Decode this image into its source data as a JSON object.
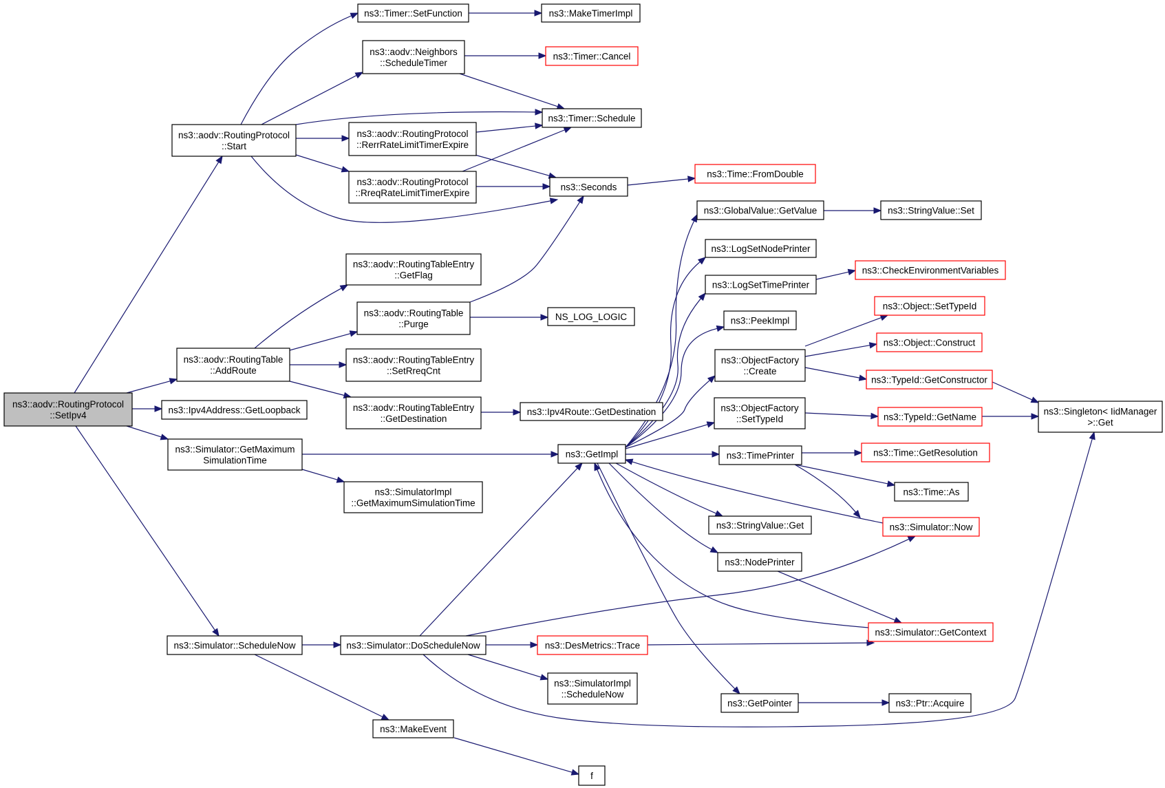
{
  "diagram": {
    "type": "call-graph",
    "colors": {
      "edge": "#191970",
      "root_fill": "#bfbfbf",
      "node_border": "#000000",
      "truncated_border": "#ff0000"
    },
    "nodes": [
      {
        "id": "setipv4",
        "label": [
          "ns3::aodv::RoutingProtocol",
          "::SetIpv4"
        ],
        "kind": "root"
      },
      {
        "id": "start",
        "label": [
          "ns3::aodv::RoutingProtocol",
          "::Start"
        ]
      },
      {
        "id": "addroute",
        "label": [
          "ns3::aodv::RoutingTable",
          "::AddRoute"
        ]
      },
      {
        "id": "getloopback",
        "label": [
          "ns3::Ipv4Address::GetLoopback"
        ]
      },
      {
        "id": "getmaxsim",
        "label": [
          "ns3::Simulator::GetMaximum",
          "SimulationTime"
        ]
      },
      {
        "id": "schedulenow",
        "label": [
          "ns3::Simulator::ScheduleNow"
        ]
      },
      {
        "id": "setfunction",
        "label": [
          "ns3::Timer::SetFunction"
        ]
      },
      {
        "id": "neighbors",
        "label": [
          "ns3::aodv::Neighbors",
          "::ScheduleTimer"
        ]
      },
      {
        "id": "rerr",
        "label": [
          "ns3::aodv::RoutingProtocol",
          "::RerrRateLimitTimerExpire"
        ]
      },
      {
        "id": "rreq",
        "label": [
          "ns3::aodv::RoutingProtocol",
          "::RreqRateLimitTimerExpire"
        ]
      },
      {
        "id": "getflag",
        "label": [
          "ns3::aodv::RoutingTableEntry",
          "::GetFlag"
        ]
      },
      {
        "id": "purge",
        "label": [
          "ns3::aodv::RoutingTable",
          "::Purge"
        ]
      },
      {
        "id": "setreqcnt",
        "label": [
          "ns3::aodv::RoutingTableEntry",
          "::SetRreqCnt"
        ]
      },
      {
        "id": "getdest",
        "label": [
          "ns3::aodv::RoutingTableEntry",
          "::GetDestination"
        ]
      },
      {
        "id": "simimplmax",
        "label": [
          "ns3::SimulatorImpl",
          "::GetMaximumSimulationTime"
        ]
      },
      {
        "id": "doschedulenow",
        "label": [
          "ns3::Simulator::DoScheduleNow"
        ]
      },
      {
        "id": "makeevent",
        "label": [
          "ns3::MakeEvent"
        ]
      },
      {
        "id": "maketimerimpl",
        "label": [
          "ns3::MakeTimerImpl"
        ]
      },
      {
        "id": "timercancel",
        "label": [
          "ns3::Timer::Cancel"
        ],
        "kind": "truncated"
      },
      {
        "id": "timerschedule",
        "label": [
          "ns3::Timer::Schedule"
        ]
      },
      {
        "id": "seconds",
        "label": [
          "ns3::Seconds"
        ]
      },
      {
        "id": "nsloglogic",
        "label": [
          "NS_LOG_LOGIC"
        ]
      },
      {
        "id": "ipv4routegetdest",
        "label": [
          "ns3::Ipv4Route::GetDestination"
        ]
      },
      {
        "id": "getimpl",
        "label": [
          "ns3::GetImpl"
        ]
      },
      {
        "id": "destrace",
        "label": [
          "ns3::DesMetrics::Trace"
        ],
        "kind": "truncated"
      },
      {
        "id": "simimplschednow",
        "label": [
          "ns3::SimulatorImpl",
          "::ScheduleNow"
        ]
      },
      {
        "id": "f",
        "label": [
          "f"
        ]
      },
      {
        "id": "fromdouble",
        "label": [
          "ns3::Time::FromDouble"
        ],
        "kind": "truncated"
      },
      {
        "id": "globalvalue",
        "label": [
          "ns3::GlobalValue::GetValue"
        ]
      },
      {
        "id": "lognodeprinter",
        "label": [
          "ns3::LogSetNodePrinter"
        ]
      },
      {
        "id": "logtimeprinter",
        "label": [
          "ns3::LogSetTimePrinter"
        ]
      },
      {
        "id": "peekimpl",
        "label": [
          "ns3::PeekImpl"
        ]
      },
      {
        "id": "ofcreate",
        "label": [
          "ns3::ObjectFactory",
          "::Create"
        ]
      },
      {
        "id": "ofsettypeid",
        "label": [
          "ns3::ObjectFactory",
          "::SetTypeId"
        ]
      },
      {
        "id": "timeprinter",
        "label": [
          "ns3::TimePrinter"
        ]
      },
      {
        "id": "stringvalueget",
        "label": [
          "ns3::StringValue::Get"
        ]
      },
      {
        "id": "nodeprinter",
        "label": [
          "ns3::NodePrinter"
        ]
      },
      {
        "id": "getpointer",
        "label": [
          "ns3::GetPointer"
        ]
      },
      {
        "id": "stringvalueset",
        "label": [
          "ns3::StringValue::Set"
        ]
      },
      {
        "id": "checkenv",
        "label": [
          "ns3::CheckEnvironmentVariables"
        ],
        "kind": "truncated"
      },
      {
        "id": "objsettypeid",
        "label": [
          "ns3::Object::SetTypeId"
        ],
        "kind": "truncated"
      },
      {
        "id": "objconstruct",
        "label": [
          "ns3::Object::Construct"
        ],
        "kind": "truncated"
      },
      {
        "id": "getconstructor",
        "label": [
          "ns3::TypeId::GetConstructor"
        ],
        "kind": "truncated"
      },
      {
        "id": "typeidgetname",
        "label": [
          "ns3::TypeId::GetName"
        ],
        "kind": "truncated"
      },
      {
        "id": "getresolution",
        "label": [
          "ns3::Time::GetResolution"
        ],
        "kind": "truncated"
      },
      {
        "id": "timeas",
        "label": [
          "ns3::Time::As"
        ]
      },
      {
        "id": "simnow",
        "label": [
          "ns3::Simulator::Now"
        ],
        "kind": "truncated"
      },
      {
        "id": "getcontext",
        "label": [
          "ns3::Simulator::GetContext"
        ],
        "kind": "truncated"
      },
      {
        "id": "ptracquire",
        "label": [
          "ns3::Ptr::Acquire"
        ]
      },
      {
        "id": "singleton",
        "label": [
          "ns3::Singleton< IidManager",
          ">::Get"
        ]
      }
    ]
  }
}
